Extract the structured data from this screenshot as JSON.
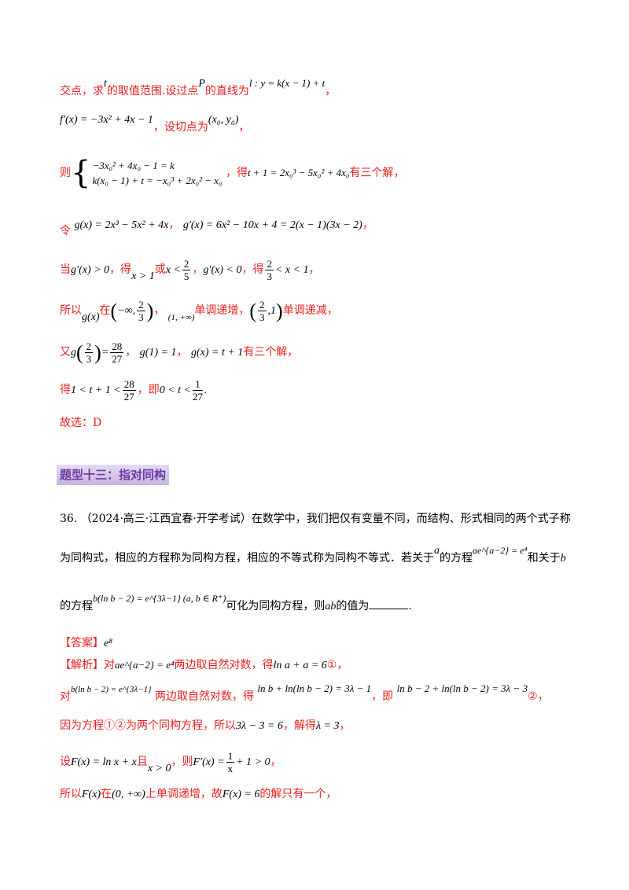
{
  "solution_top": {
    "l1_text": "交点，求",
    "l1_t": "t",
    "l1_text2": "的取值范围.设过点",
    "l1_P": "P",
    "l1_text3": "的直线为",
    "l1_eq": "l : y = k(x − 1) + t",
    "l1_end": "，",
    "l2_eq": "f′(x) = −3x² + 4x − 1",
    "l2_text": "，设切点为",
    "l2_pt": "(x₀, y₀)",
    "l2_end": "，",
    "l3_ze": "则",
    "l3_sys1": "−3x₀² + 4x₀ − 1 = k",
    "l3_sys2": "k(x₀ − 1) + t = −x₀³ + 2x₀² − x₀",
    "l3_de": "，得",
    "l3_eq": "t + 1 = 2x₀³ − 5x₀² + 4x₀",
    "l3_text": "有三个解，",
    "l4_ling": "令",
    "l4_eq": "g(x) = 2x³ − 5x² + 4x",
    "l4_comma": "，",
    "l4_eq2": "g′(x) = 6x² − 10x + 4 = 2(x − 1)(3x − 2)",
    "l4_end": "，",
    "l5_dang": "当",
    "l5_eq1": "g′(x) > 0",
    "l5_de": "，得",
    "l5_eq2": "x > 1",
    "l5_huo": "或",
    "l5_eq3a": "x <",
    "l5_f_num": "2",
    "l5_f_den": "5",
    "l5_comma": "，",
    "l5_eq4": "g′(x) < 0",
    "l5_de2": "，得",
    "l5_f2_num": "2",
    "l5_f2_den": "3",
    "l5_eq5": "< x < 1",
    "l5_end": "，",
    "l6_suoyi": "所以",
    "l6_gx": "g(x)",
    "l6_zai": "在",
    "l6_int1a": "−∞,",
    "l6_f_num": "2",
    "l6_f_den": "3",
    "l6_comma": "，",
    "l6_int2": "(1, +∞)",
    "l6_inc": "单调递增，",
    "l6_f2_num": "2",
    "l6_f2_den": "3",
    "l6_int3b": ",1",
    "l6_dec": "单调递减，",
    "l7_you": "又",
    "l7_g": "g",
    "l7_f_num": "2",
    "l7_f_den": "3",
    "l7_eq": "=",
    "l7_r_num": "28",
    "l7_r_den": "27",
    "l7_comma": "，",
    "l7_g1": "g(1) = 1",
    "l7_comma2": "，",
    "l7_gx": "g(x) = t + 1",
    "l7_text": "有三个解，",
    "l8_de": "得",
    "l8_eq": "1 < t + 1 <",
    "l8_f_num": "28",
    "l8_f_den": "27",
    "l8_ji": "，即",
    "l8_eq2": "0 < t <",
    "l8_f2_num": "1",
    "l8_f2_den": "27",
    "l8_end": ".",
    "l9_ans": "故选：D"
  },
  "section_heading": "题型十三：指对同构",
  "problem": {
    "p1": "36.  （2024·高三·江西宜春·开学考试）在数学中，我们把仅有变量不同，而结构、形式相同的两个式子称",
    "p2a": "为同构式，相应的方程称为同构方程，相应的不等式称为同构不等式．若关于",
    "p2_a": "a",
    "p2b": "的方程",
    "p2_eq": "ae^{a−2} = e⁴",
    "p2c": "和关于",
    "p2_b": "b",
    "p3a": "的方程",
    "p3_eq": "b(ln b − 2) = e^{3λ−1} (a, b ∈ R⁺)",
    "p3b": "可化为同构方程，则",
    "p3_ab": "ab",
    "p3c": "的值为",
    "p3_end": "."
  },
  "answer": {
    "label": "【答案】",
    "value": "e⁸"
  },
  "analysis": {
    "label": "【解析】",
    "a1_dui": "对",
    "a1_eq": "ae^{a−2} = e⁴",
    "a1_text": "两边取自然对数，得",
    "a1_eq2": "ln a + a = 6",
    "a1_circ": "①，",
    "a2_dui": "对",
    "a2_eq": "b(ln b − 2) = e^{3λ−1}",
    "a2_text": "两边取自然对数，得",
    "a2_eq2": "ln b + ln(ln b − 2) = 3λ − 1",
    "a2_ji": "，即",
    "a2_eq3": "ln b − 2 + ln(ln b − 2) = 3λ − 3",
    "a2_circ": "②，",
    "a3_text": "因为方程①②为两个同构方程，所以",
    "a3_eq": "3λ − 3 = 6",
    "a3_text2": "，解得",
    "a3_eq2": "λ = 3",
    "a3_end": "，",
    "a4_she": "设",
    "a4_eq": "F(x) = ln x + x",
    "a4_qie": "且",
    "a4_eq2": "x > 0",
    "a4_ze": "，则",
    "a4_eq3a": "F′(x) =",
    "a4_f_num": "1",
    "a4_f_den": "x",
    "a4_eq3b": "+ 1 > 0",
    "a4_end": "，",
    "a5_suoyi": "所以",
    "a5_F": "F(x)",
    "a5_zai": "在",
    "a5_int": "(0, +∞)",
    "a5_text": "上单调递增，故",
    "a5_eq": "F(x) = 6",
    "a5_text2": "的解只有一个，"
  }
}
